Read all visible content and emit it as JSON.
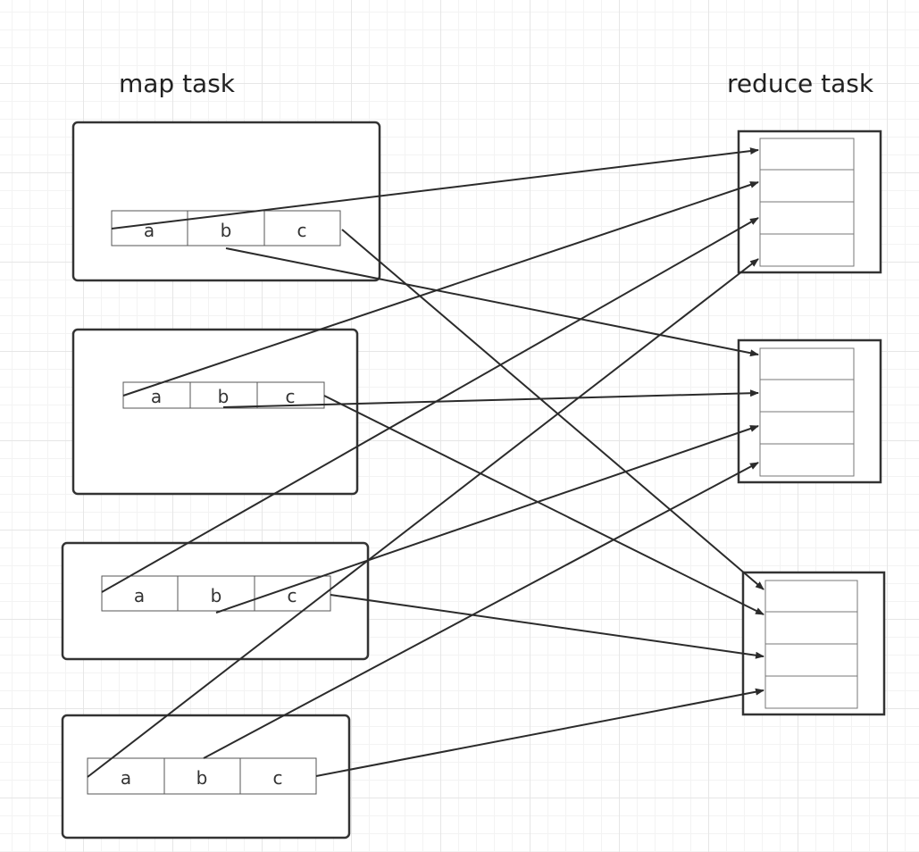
{
  "headings": {
    "map": "map task",
    "reduce": "reduce task"
  },
  "partition_labels": [
    "a",
    "b",
    "c"
  ],
  "map_tasks": [
    {
      "partitions": [
        "a",
        "b",
        "c"
      ]
    },
    {
      "partitions": [
        "a",
        "b",
        "c"
      ]
    },
    {
      "partitions": [
        "a",
        "b",
        "c"
      ]
    },
    {
      "partitions": [
        "a",
        "b",
        "c"
      ]
    }
  ],
  "reduce_tasks": [
    {
      "buckets": 4
    },
    {
      "buckets": 4
    },
    {
      "buckets": 4
    }
  ],
  "shuffle_edges": [
    {
      "map": 0,
      "part": "a",
      "reduce": 0,
      "bucket": 0
    },
    {
      "map": 0,
      "part": "b",
      "reduce": 1,
      "bucket": 0
    },
    {
      "map": 0,
      "part": "c",
      "reduce": 2,
      "bucket": 0
    },
    {
      "map": 1,
      "part": "a",
      "reduce": 0,
      "bucket": 1
    },
    {
      "map": 1,
      "part": "b",
      "reduce": 1,
      "bucket": 1
    },
    {
      "map": 1,
      "part": "c",
      "reduce": 2,
      "bucket": 1
    },
    {
      "map": 2,
      "part": "a",
      "reduce": 0,
      "bucket": 2
    },
    {
      "map": 2,
      "part": "b",
      "reduce": 1,
      "bucket": 2
    },
    {
      "map": 2,
      "part": "c",
      "reduce": 2,
      "bucket": 2
    },
    {
      "map": 3,
      "part": "a",
      "reduce": 0,
      "bucket": 3
    },
    {
      "map": 3,
      "part": "b",
      "reduce": 1,
      "bucket": 3
    },
    {
      "map": 3,
      "part": "c",
      "reduce": 2,
      "bucket": 3
    }
  ]
}
